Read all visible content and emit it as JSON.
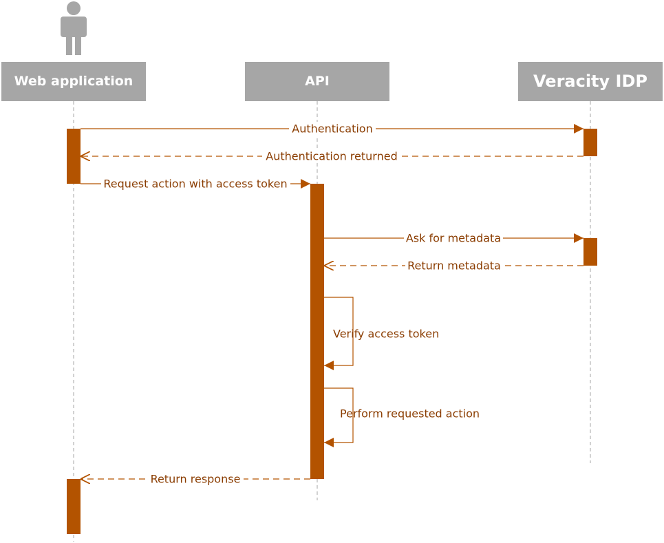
{
  "participants": {
    "web": {
      "label": "Web application"
    },
    "api": {
      "label": "API"
    },
    "idp": {
      "label": "Veracity IDP"
    }
  },
  "messages": {
    "m1": "Authentication",
    "m2": "Authentication returned",
    "m3": "Request action with access token",
    "m4": "Ask for metadata",
    "m5": "Return metadata",
    "m6": "Verify access token",
    "m7": "Perform requested action",
    "m8": "Return response"
  },
  "colors": {
    "header_bg": "#a6a6a6",
    "actor": "#a6a6a6",
    "lifeline": "#a6a6a6",
    "activation": "#b35300",
    "message_line": "#b35300",
    "message_text": "#8a3c00"
  }
}
